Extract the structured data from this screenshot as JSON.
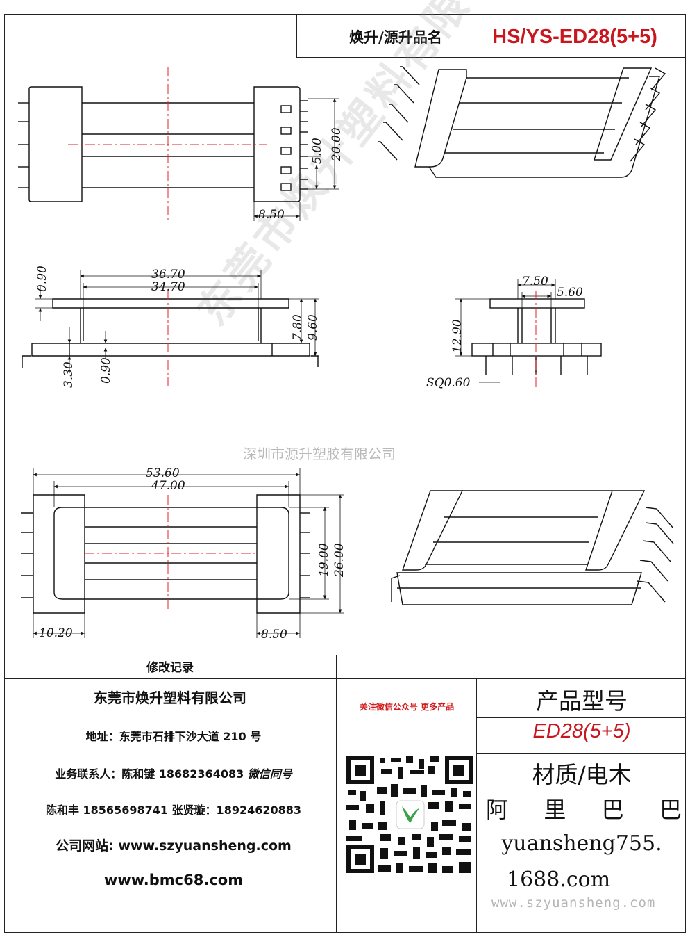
{
  "header": {
    "name_label": "焕升/源升品名",
    "product_code": "HS/YS-ED28(5+5)"
  },
  "dimensions": {
    "top_view": {
      "d20": "20.00",
      "d5": "5.00",
      "d850": "8.50"
    },
    "front_view": {
      "d3670": "36.70",
      "d3470": "34.70",
      "d090a": "0.90",
      "d780": "7.80",
      "d960": "9.60",
      "d330": "3.30",
      "d090b": "0.90"
    },
    "side_view": {
      "d750": "7.50",
      "d560": "5.60",
      "d1290": "12.90",
      "sq": "SQ0.60"
    },
    "bottom_view": {
      "d5360": "53.60",
      "d4700": "47.00",
      "d1900": "19.00",
      "d2600": "26.00",
      "d1020": "10.20",
      "d850": "8.50"
    }
  },
  "watermarks": {
    "center": "深圳市源升塑胶有限公司",
    "diagonal": "东莞市焕升塑料有限公司",
    "site": "www.szyuansheng.com"
  },
  "footer": {
    "revision_label": "修改记录",
    "company": "东莞市焕升塑料有限公司",
    "address": "地址：东莞市石排下沙大道 210 号",
    "contact1_prefix": "业务联系人：陈和键 18682364083 ",
    "contact1_tag": "微信同号",
    "contact2": "陈和丰 18565698741 张贤璇：18924620883",
    "website_label": "公司网站: www.szyuansheng.com",
    "website2": "www.bmc68.com",
    "follow_text": "关注微信公众号 更多产品",
    "model_label": "产品型号",
    "model_value": "ED28(5+5)",
    "material": "材质/电木",
    "alibaba": [
      "阿",
      "里",
      "巴",
      "巴"
    ],
    "shop_line1": "yuansheng755.",
    "shop_line2": "1688.com"
  },
  "colors": {
    "accent_red": "#c8171e",
    "line": "#222222",
    "centerline": "#e0262b"
  }
}
